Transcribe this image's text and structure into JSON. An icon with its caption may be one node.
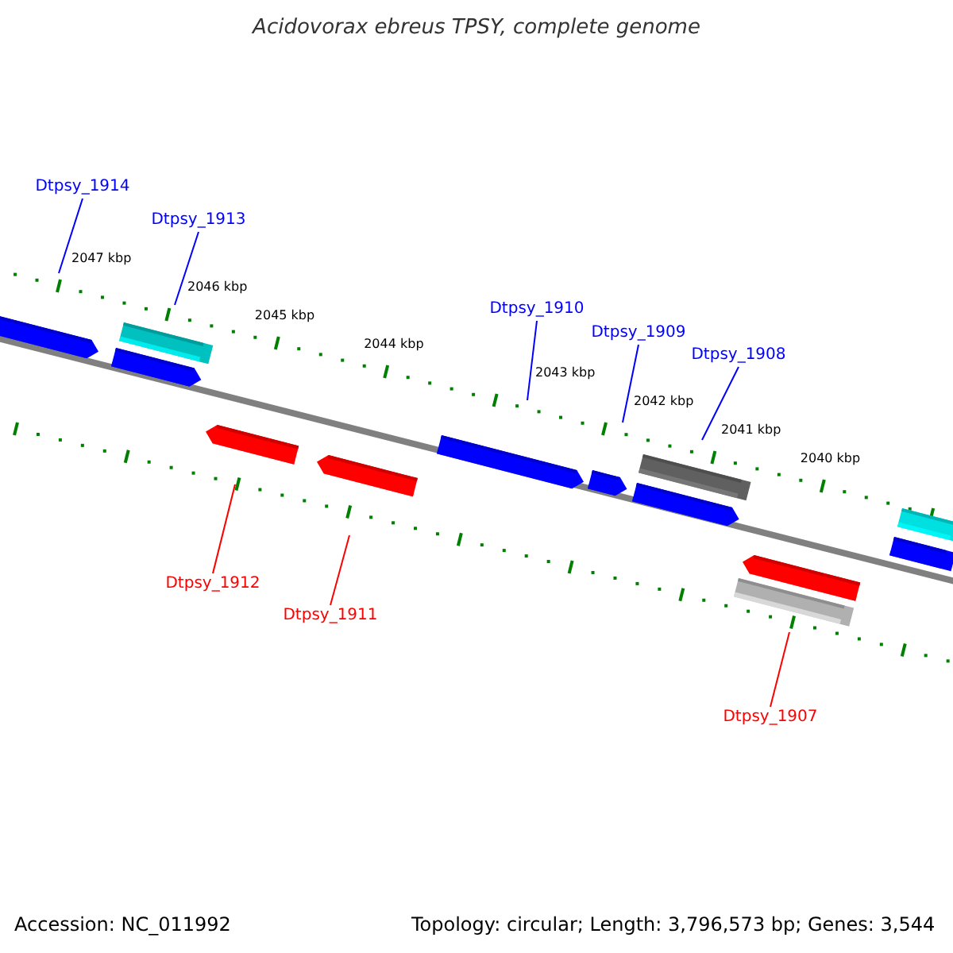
{
  "diagram": {
    "title": "Acidovorax ebreus TPSY, complete genome",
    "nodes": [
      {
        "text": [
          "Dtpsy_1914"
        ]
      },
      {
        "text": [
          "Dtpsy_1913"
        ]
      },
      {
        "text": [
          "Dtpsy_1910"
        ]
      },
      {
        "text": [
          "Dtpsy_1909"
        ]
      },
      {
        "text": [
          "Dtpsy_1908"
        ]
      },
      {
        "text": [
          "Dtpsy_1912"
        ]
      },
      {
        "text": [
          "Dtpsy_1911"
        ]
      },
      {
        "text": [
          "Dtpsy_1907"
        ]
      }
    ],
    "edges": [
      {
        "from": 0,
        "to": null,
        "arrow": "none"
      },
      {
        "from": 1,
        "to": null,
        "arrow": "none"
      },
      {
        "from": 2,
        "to": null,
        "arrow": "none"
      },
      {
        "from": 3,
        "to": null,
        "arrow": "none"
      },
      {
        "from": 4,
        "to": null,
        "arrow": "none"
      },
      {
        "from": 5,
        "to": null,
        "arrow": "none",
        "color": "#ff0000"
      },
      {
        "from": 6,
        "to": null,
        "arrow": "none",
        "color": "#ff0000"
      },
      {
        "from": 7,
        "to": null,
        "arrow": "none",
        "color": "#ff0000"
      }
    ],
    "labels": [
      "2047 kbp",
      "2046 kbp",
      "2045 kbp",
      "2044 kbp",
      "2043 kbp",
      "2042 kbp",
      "2041 kbp",
      "2040 kbp",
      "Accession: NC_011992",
      "Topology: circular; Length: 3,796,573 bp; Genes: 3,544"
    ]
  }
}
